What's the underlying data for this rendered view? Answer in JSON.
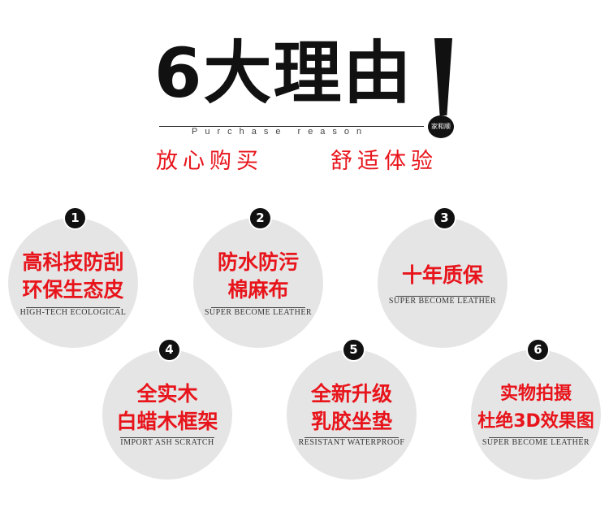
{
  "header": {
    "title": "6大理由",
    "brand_mark": "家和顺",
    "subtitle_en": "Purchase reason",
    "slogan_left": "放心购买",
    "slogan_right": "舒适体验"
  },
  "reasons": [
    {
      "number": "1",
      "lines": [
        "高科技防刮",
        "环保生态皮"
      ],
      "caption": "HIGH-TECH ECOLOGICAL"
    },
    {
      "number": "2",
      "lines": [
        "防水防污",
        "棉麻布"
      ],
      "caption": "SUPER BECOME LEATHER"
    },
    {
      "number": "3",
      "lines": [
        "十年质保"
      ],
      "caption": "SUPER BECOME LEATHER"
    },
    {
      "number": "4",
      "lines": [
        "全实木",
        "白蜡木框架"
      ],
      "caption": "IMPORT ASH SCRATCH"
    },
    {
      "number": "5",
      "lines": [
        "全新升级",
        "乳胶坐垫"
      ],
      "caption": "RESISTANT WATERPROOF"
    },
    {
      "number": "6",
      "lines": [
        "实物拍摄",
        "杜绝3D效果图"
      ],
      "caption": "SUPER BECOME LEATHER"
    }
  ],
  "colors": {
    "accent": "#e8141b",
    "circle": "#e5e5e5",
    "ink": "#111111"
  }
}
